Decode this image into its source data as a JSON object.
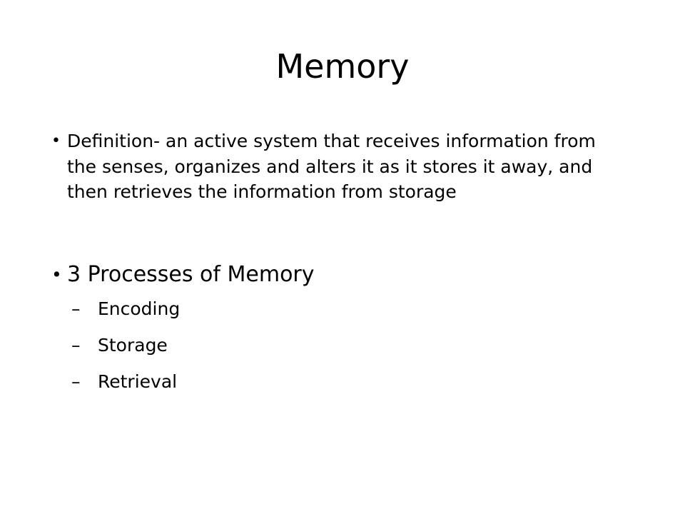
{
  "slide": {
    "title": "Memory",
    "bullet_symbol": "•",
    "sub_symbol": "–",
    "bullets": [
      {
        "text": "Definition- an active system that receives information from the senses, organizes and alters it as it stores it away, and then retrieves the information from storage"
      },
      {
        "text": "3 Processes of Memory",
        "sub_items": [
          "Encoding",
          "Storage",
          "Retrieval"
        ]
      }
    ]
  }
}
